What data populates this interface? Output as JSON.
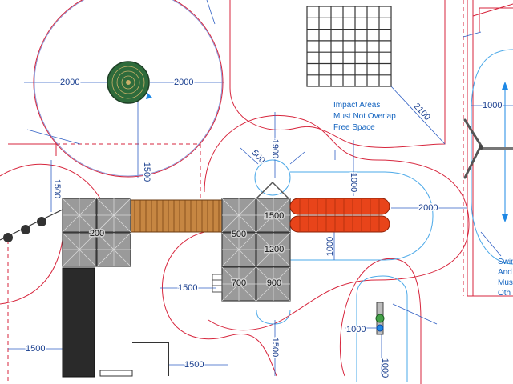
{
  "colors": {
    "impact_line": "#d7263d",
    "freespace_line": "#4aa8e8",
    "dimension_line": "#2f5fc4",
    "dimension_text": "#1a3f8f",
    "slide": "#e8441a",
    "deck": "#9a9a9a",
    "bridge": "#c68642",
    "ramp": "#2a2a2a",
    "spinner": "#2e6b3b"
  },
  "icons": {
    "swing_arrow": "double-arrow",
    "spinner": "rope-spinner"
  },
  "dimensions": {
    "spinner_left": "2000",
    "spinner_right": "2000",
    "spinner_bottom": "1500",
    "left_vertical": "1500",
    "net_diagonal": "2100",
    "center_vertical": "1900",
    "small_circle": "500",
    "slide_vertical": "1000",
    "slide_right": "2000",
    "swing_right": "1000",
    "deck_bottom_left": "1500",
    "bottom_center_vertical": "1500",
    "lower_left": "1500",
    "lower_bottom": "1500",
    "small_play_horizontal": "1000",
    "small_play_vertical": "1000",
    "slide_lower_vertical": "1000"
  },
  "deck_labels": {
    "deck_200": "200",
    "deck_500": "500",
    "deck_1500": "1500",
    "deck_1200": "1200",
    "deck_700": "700",
    "deck_900": "900"
  },
  "notes": {
    "impact_line1": "Impact Areas",
    "impact_line2": "Must Not Overlap",
    "impact_line3": "Free Space",
    "swing_line1": "Swin",
    "swing_line2": "And",
    "swing_line3": "Mus",
    "swing_line4": "Oth"
  }
}
